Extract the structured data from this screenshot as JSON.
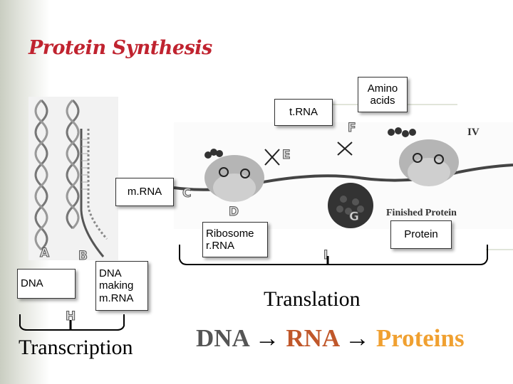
{
  "title": "Protein Synthesis",
  "labels": {
    "trna": "t.RNA",
    "amino_acids": "Amino acids",
    "mrna": "m.RNA",
    "ribosome": "Ribosome r.RNA",
    "protein": "Protein",
    "dna": "DNA",
    "dna_making": "DNA making m.RNA"
  },
  "letters": {
    "a": "A",
    "b": "B",
    "c": "C",
    "d": "D",
    "e": "E",
    "f": "F",
    "g": "G",
    "h": "H",
    "i": "I"
  },
  "figure_text": {
    "finished_protein": "Finished Protein",
    "roman_iv": "IV"
  },
  "transcription": "Transcription",
  "translation": "Translation",
  "flow": {
    "dna": "DNA",
    "arrow1": "→",
    "rna": "RNA",
    "arrow2": "→",
    "proteins": "Proteins"
  },
  "colors": {
    "title": "#c0232f",
    "flow_dna": "#555555",
    "flow_rna": "#c0572a",
    "flow_proteins": "#f0a030"
  }
}
